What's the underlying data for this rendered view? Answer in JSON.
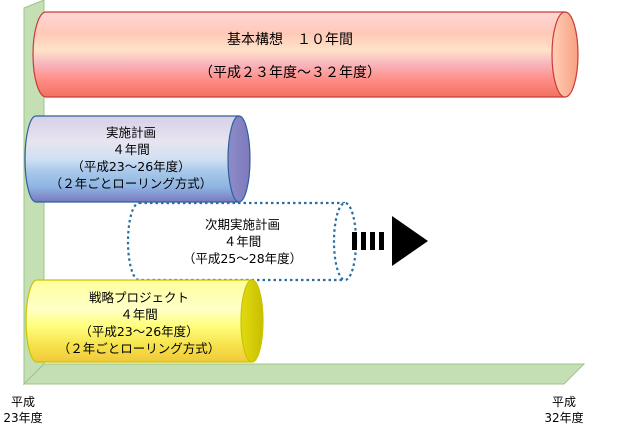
{
  "colors": {
    "floor": "#c4dfb4",
    "floor_edge": "#9cc48a",
    "basic_edge": "#cc3a3a",
    "jisshi_edge": "#2f5f9c",
    "jiki_edge": "#2b6f9e",
    "senryaku_edge": "#c9c400",
    "arrow": "#000000"
  },
  "basic_plan": {
    "title": "基本構想　１０年間",
    "period": "（平成２３年度～３２年度）"
  },
  "implementation_plan": {
    "title": "実施計画",
    "duration": "４年間",
    "period": "（平成23～26年度）",
    "note": "（２年ごとローリング方式）"
  },
  "next_plan": {
    "title": "次期実施計画",
    "duration": "４年間",
    "period": "（平成25～28年度）"
  },
  "strategy_project": {
    "title": "戦略プロジェクト",
    "duration": "４年間",
    "period": "（平成23～26年度）",
    "note": "（２年ごとローリング方式）"
  },
  "axis": {
    "start_line1": "平成",
    "start_line2": "23年度",
    "end_line1": "平成",
    "end_line2": "32年度"
  },
  "arrow_icon": "right-arrow-icon"
}
